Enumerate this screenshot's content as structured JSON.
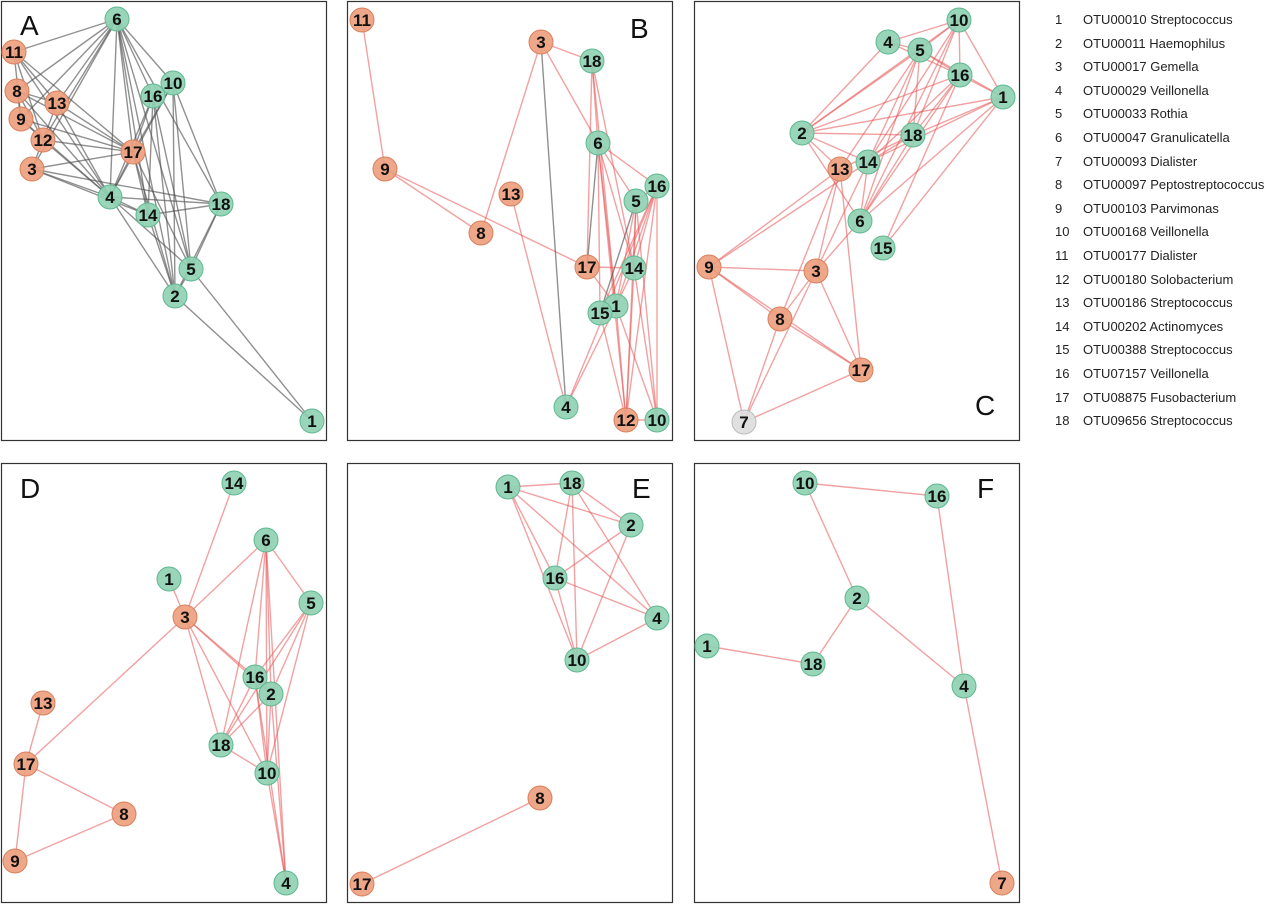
{
  "colors": {
    "green": "#8fd1b3",
    "green_stroke": "#5fb892",
    "orange": "#eda07f",
    "orange_stroke": "#d9805d",
    "gray_node": "#dddddd",
    "gray_edge": "#555555",
    "red_edge": "#e55454"
  },
  "legend": [
    {
      "num": "1",
      "label": "OTU00010 Streptococcus"
    },
    {
      "num": "2",
      "label": "OTU00011 Haemophilus"
    },
    {
      "num": "3",
      "label": "OTU00017 Gemella"
    },
    {
      "num": "4",
      "label": "OTU00029 Veillonella"
    },
    {
      "num": "5",
      "label": "OTU00033 Rothia"
    },
    {
      "num": "6",
      "label": "OTU00047 Granulicatella"
    },
    {
      "num": "7",
      "label": "OTU00093 Dialister"
    },
    {
      "num": "8",
      "label": "OTU00097 Peptostreptococcus"
    },
    {
      "num": "9",
      "label": "OTU00103 Parvimonas"
    },
    {
      "num": "10",
      "label": "OTU00168 Veillonella"
    },
    {
      "num": "11",
      "label": "OTU00177 Dialister"
    },
    {
      "num": "12",
      "label": "OTU00180 Solobacterium"
    },
    {
      "num": "13",
      "label": "OTU00186 Streptococcus"
    },
    {
      "num": "14",
      "label": "OTU00202 Actinomyces"
    },
    {
      "num": "15",
      "label": "OTU00388 Streptococcus"
    },
    {
      "num": "16",
      "label": "OTU07157 Veillonella"
    },
    {
      "num": "17",
      "label": "OTU08875 Fusobacterium"
    },
    {
      "num": "18",
      "label": "OTU09656 Streptococcus"
    }
  ],
  "panels": [
    {
      "letter": "A",
      "edge_color": "gray",
      "nodes": [
        {
          "id": "6",
          "group": "green"
        },
        {
          "id": "11",
          "group": "orange"
        },
        {
          "id": "8",
          "group": "orange"
        },
        {
          "id": "13",
          "group": "orange"
        },
        {
          "id": "9",
          "group": "orange"
        },
        {
          "id": "12",
          "group": "orange"
        },
        {
          "id": "3",
          "group": "orange"
        },
        {
          "id": "17",
          "group": "orange"
        },
        {
          "id": "16",
          "group": "green"
        },
        {
          "id": "10",
          "group": "green"
        },
        {
          "id": "4",
          "group": "green"
        },
        {
          "id": "14",
          "group": "green"
        },
        {
          "id": "18",
          "group": "green"
        },
        {
          "id": "5",
          "group": "green"
        },
        {
          "id": "2",
          "group": "green"
        },
        {
          "id": "1",
          "group": "green"
        }
      ],
      "edges": [
        [
          "6",
          "11"
        ],
        [
          "6",
          "8"
        ],
        [
          "6",
          "13"
        ],
        [
          "6",
          "9"
        ],
        [
          "6",
          "12"
        ],
        [
          "6",
          "3"
        ],
        [
          "6",
          "17"
        ],
        [
          "6",
          "16"
        ],
        [
          "6",
          "10"
        ],
        [
          "6",
          "4"
        ],
        [
          "6",
          "14"
        ],
        [
          "6",
          "18"
        ],
        [
          "6",
          "5"
        ],
        [
          "6",
          "2"
        ],
        [
          "11",
          "13"
        ],
        [
          "11",
          "17"
        ],
        [
          "11",
          "4"
        ],
        [
          "11",
          "12"
        ],
        [
          "11",
          "9"
        ],
        [
          "8",
          "17"
        ],
        [
          "8",
          "4"
        ],
        [
          "8",
          "13"
        ],
        [
          "8",
          "9"
        ],
        [
          "8",
          "12"
        ],
        [
          "13",
          "17"
        ],
        [
          "13",
          "4"
        ],
        [
          "13",
          "3"
        ],
        [
          "9",
          "17"
        ],
        [
          "9",
          "4"
        ],
        [
          "9",
          "12"
        ],
        [
          "12",
          "17"
        ],
        [
          "12",
          "4"
        ],
        [
          "3",
          "17"
        ],
        [
          "3",
          "4"
        ],
        [
          "3",
          "14"
        ],
        [
          "3",
          "18"
        ],
        [
          "17",
          "16"
        ],
        [
          "17",
          "10"
        ],
        [
          "17",
          "4"
        ],
        [
          "17",
          "14"
        ],
        [
          "17",
          "2"
        ],
        [
          "17",
          "5"
        ],
        [
          "16",
          "10"
        ],
        [
          "16",
          "4"
        ],
        [
          "16",
          "14"
        ],
        [
          "16",
          "2"
        ],
        [
          "16",
          "5"
        ],
        [
          "10",
          "4"
        ],
        [
          "10",
          "18"
        ],
        [
          "10",
          "2"
        ],
        [
          "10",
          "5"
        ],
        [
          "4",
          "14"
        ],
        [
          "4",
          "18"
        ],
        [
          "4",
          "5"
        ],
        [
          "4",
          "2"
        ],
        [
          "14",
          "18"
        ],
        [
          "14",
          "2"
        ],
        [
          "18",
          "5"
        ],
        [
          "18",
          "2"
        ],
        [
          "5",
          "2"
        ],
        [
          "5",
          "1"
        ],
        [
          "2",
          "1"
        ]
      ]
    },
    {
      "letter": "B",
      "edge_color": "red",
      "nodes": [
        {
          "id": "11",
          "group": "orange"
        },
        {
          "id": "3",
          "group": "orange"
        },
        {
          "id": "18",
          "group": "green"
        },
        {
          "id": "9",
          "group": "orange"
        },
        {
          "id": "13",
          "group": "orange"
        },
        {
          "id": "8",
          "group": "orange"
        },
        {
          "id": "6",
          "group": "green"
        },
        {
          "id": "5",
          "group": "green"
        },
        {
          "id": "16",
          "group": "green"
        },
        {
          "id": "17",
          "group": "orange"
        },
        {
          "id": "14",
          "group": "green"
        },
        {
          "id": "1",
          "group": "green"
        },
        {
          "id": "15",
          "group": "green"
        },
        {
          "id": "4",
          "group": "green"
        },
        {
          "id": "12",
          "group": "orange"
        },
        {
          "id": "10",
          "group": "green"
        }
      ],
      "edges": [
        [
          "11",
          "9"
        ],
        [
          "9",
          "8"
        ],
        [
          "9",
          "17"
        ],
        [
          "3",
          "8"
        ],
        [
          "3",
          "18"
        ],
        [
          "3",
          "6"
        ],
        [
          "3",
          "4",
          "gray"
        ],
        [
          "18",
          "6"
        ],
        [
          "18",
          "17"
        ],
        [
          "18",
          "14"
        ],
        [
          "18",
          "1"
        ],
        [
          "13",
          "4"
        ],
        [
          "6",
          "5"
        ],
        [
          "6",
          "16"
        ],
        [
          "6",
          "14"
        ],
        [
          "6",
          "1"
        ],
        [
          "6",
          "12"
        ],
        [
          "6",
          "15"
        ],
        [
          "6",
          "17",
          "gray"
        ],
        [
          "5",
          "16"
        ],
        [
          "5",
          "14"
        ],
        [
          "5",
          "1"
        ],
        [
          "5",
          "15",
          "gray"
        ],
        [
          "5",
          "12"
        ],
        [
          "5",
          "10"
        ],
        [
          "16",
          "14"
        ],
        [
          "16",
          "1"
        ],
        [
          "16",
          "12"
        ],
        [
          "16",
          "10"
        ],
        [
          "16",
          "15"
        ],
        [
          "16",
          "4"
        ],
        [
          "17",
          "14"
        ],
        [
          "17",
          "1"
        ],
        [
          "14",
          "1"
        ],
        [
          "14",
          "12"
        ],
        [
          "14",
          "10"
        ],
        [
          "1",
          "12"
        ],
        [
          "1",
          "10"
        ],
        [
          "1",
          "4"
        ],
        [
          "12",
          "10"
        ],
        [
          "15",
          "12"
        ]
      ]
    },
    {
      "letter": "C",
      "edge_color": "red",
      "nodes": [
        {
          "id": "10",
          "group": "green"
        },
        {
          "id": "4",
          "group": "green"
        },
        {
          "id": "5",
          "group": "green"
        },
        {
          "id": "16",
          "group": "green"
        },
        {
          "id": "1",
          "group": "green"
        },
        {
          "id": "2",
          "group": "green"
        },
        {
          "id": "18",
          "group": "green"
        },
        {
          "id": "13",
          "group": "orange"
        },
        {
          "id": "14",
          "group": "green"
        },
        {
          "id": "6",
          "group": "green"
        },
        {
          "id": "15",
          "group": "green"
        },
        {
          "id": "9",
          "group": "orange"
        },
        {
          "id": "3",
          "group": "orange"
        },
        {
          "id": "8",
          "group": "orange"
        },
        {
          "id": "17",
          "group": "orange"
        },
        {
          "id": "7",
          "group": "gray"
        }
      ],
      "edges": [
        [
          "10",
          "4"
        ],
        [
          "10",
          "5"
        ],
        [
          "10",
          "16"
        ],
        [
          "10",
          "1"
        ],
        [
          "10",
          "2"
        ],
        [
          "10",
          "18"
        ],
        [
          "10",
          "14"
        ],
        [
          "10",
          "6"
        ],
        [
          "4",
          "5"
        ],
        [
          "4",
          "16"
        ],
        [
          "4",
          "2"
        ],
        [
          "5",
          "16"
        ],
        [
          "5",
          "1"
        ],
        [
          "5",
          "2"
        ],
        [
          "5",
          "18"
        ],
        [
          "5",
          "14"
        ],
        [
          "5",
          "6"
        ],
        [
          "5",
          "13"
        ],
        [
          "16",
          "1"
        ],
        [
          "16",
          "2"
        ],
        [
          "16",
          "18"
        ],
        [
          "16",
          "14"
        ],
        [
          "16",
          "6"
        ],
        [
          "16",
          "15"
        ],
        [
          "1",
          "2"
        ],
        [
          "1",
          "18"
        ],
        [
          "1",
          "14"
        ],
        [
          "1",
          "6"
        ],
        [
          "1",
          "15"
        ],
        [
          "2",
          "18"
        ],
        [
          "2",
          "13"
        ],
        [
          "2",
          "14"
        ],
        [
          "2",
          "6"
        ],
        [
          "18",
          "14"
        ],
        [
          "18",
          "6"
        ],
        [
          "18",
          "13"
        ],
        [
          "13",
          "9"
        ],
        [
          "13",
          "3"
        ],
        [
          "13",
          "8"
        ],
        [
          "13",
          "17"
        ],
        [
          "14",
          "6"
        ],
        [
          "14",
          "9"
        ],
        [
          "14",
          "3"
        ],
        [
          "6",
          "3"
        ],
        [
          "9",
          "3"
        ],
        [
          "9",
          "8"
        ],
        [
          "9",
          "17"
        ],
        [
          "9",
          "7"
        ],
        [
          "3",
          "8"
        ],
        [
          "3",
          "17"
        ],
        [
          "3",
          "7"
        ],
        [
          "8",
          "17"
        ],
        [
          "8",
          "7"
        ],
        [
          "17",
          "7"
        ]
      ]
    },
    {
      "letter": "D",
      "edge_color": "red",
      "nodes": [
        {
          "id": "14",
          "group": "green"
        },
        {
          "id": "6",
          "group": "green"
        },
        {
          "id": "1",
          "group": "green"
        },
        {
          "id": "5",
          "group": "green"
        },
        {
          "id": "3",
          "group": "orange"
        },
        {
          "id": "16",
          "group": "green"
        },
        {
          "id": "2",
          "group": "green"
        },
        {
          "id": "13",
          "group": "orange"
        },
        {
          "id": "18",
          "group": "green"
        },
        {
          "id": "17",
          "group": "orange"
        },
        {
          "id": "10",
          "group": "green"
        },
        {
          "id": "8",
          "group": "orange"
        },
        {
          "id": "9",
          "group": "orange"
        },
        {
          "id": "4",
          "group": "green"
        }
      ],
      "edges": [
        [
          "14",
          "3"
        ],
        [
          "6",
          "3"
        ],
        [
          "6",
          "16"
        ],
        [
          "6",
          "2"
        ],
        [
          "6",
          "18"
        ],
        [
          "6",
          "10"
        ],
        [
          "6",
          "4"
        ],
        [
          "6",
          "5"
        ],
        [
          "1",
          "3"
        ],
        [
          "3",
          "16"
        ],
        [
          "3",
          "2"
        ],
        [
          "3",
          "18"
        ],
        [
          "3",
          "10"
        ],
        [
          "3",
          "17"
        ],
        [
          "5",
          "16"
        ],
        [
          "5",
          "2"
        ],
        [
          "5",
          "18"
        ],
        [
          "5",
          "10"
        ],
        [
          "16",
          "2"
        ],
        [
          "16",
          "18"
        ],
        [
          "16",
          "10"
        ],
        [
          "16",
          "4"
        ],
        [
          "2",
          "18"
        ],
        [
          "2",
          "10"
        ],
        [
          "2",
          "4"
        ],
        [
          "18",
          "10"
        ],
        [
          "10",
          "4"
        ],
        [
          "13",
          "17"
        ],
        [
          "17",
          "8"
        ],
        [
          "17",
          "9"
        ],
        [
          "9",
          "8"
        ]
      ]
    },
    {
      "letter": "E",
      "edge_color": "red",
      "nodes": [
        {
          "id": "1",
          "group": "green"
        },
        {
          "id": "18",
          "group": "green"
        },
        {
          "id": "2",
          "group": "green"
        },
        {
          "id": "16",
          "group": "green"
        },
        {
          "id": "4",
          "group": "green"
        },
        {
          "id": "10",
          "group": "green"
        },
        {
          "id": "8",
          "group": "orange"
        },
        {
          "id": "17",
          "group": "orange"
        }
      ],
      "edges": [
        [
          "1",
          "18"
        ],
        [
          "1",
          "2"
        ],
        [
          "1",
          "16"
        ],
        [
          "1",
          "4"
        ],
        [
          "1",
          "10"
        ],
        [
          "18",
          "2"
        ],
        [
          "18",
          "16"
        ],
        [
          "18",
          "4"
        ],
        [
          "18",
          "10"
        ],
        [
          "2",
          "16"
        ],
        [
          "2",
          "10"
        ],
        [
          "16",
          "4"
        ],
        [
          "16",
          "10"
        ],
        [
          "4",
          "10"
        ],
        [
          "8",
          "17"
        ]
      ]
    },
    {
      "letter": "F",
      "edge_color": "red",
      "nodes": [
        {
          "id": "10",
          "group": "green"
        },
        {
          "id": "16",
          "group": "green"
        },
        {
          "id": "2",
          "group": "green"
        },
        {
          "id": "1",
          "group": "green"
        },
        {
          "id": "18",
          "group": "green"
        },
        {
          "id": "4",
          "group": "green"
        },
        {
          "id": "7",
          "group": "orange"
        }
      ],
      "edges": [
        [
          "10",
          "16"
        ],
        [
          "10",
          "2"
        ],
        [
          "2",
          "18"
        ],
        [
          "2",
          "4"
        ],
        [
          "1",
          "18"
        ],
        [
          "16",
          "4"
        ],
        [
          "4",
          "7"
        ]
      ]
    }
  ]
}
